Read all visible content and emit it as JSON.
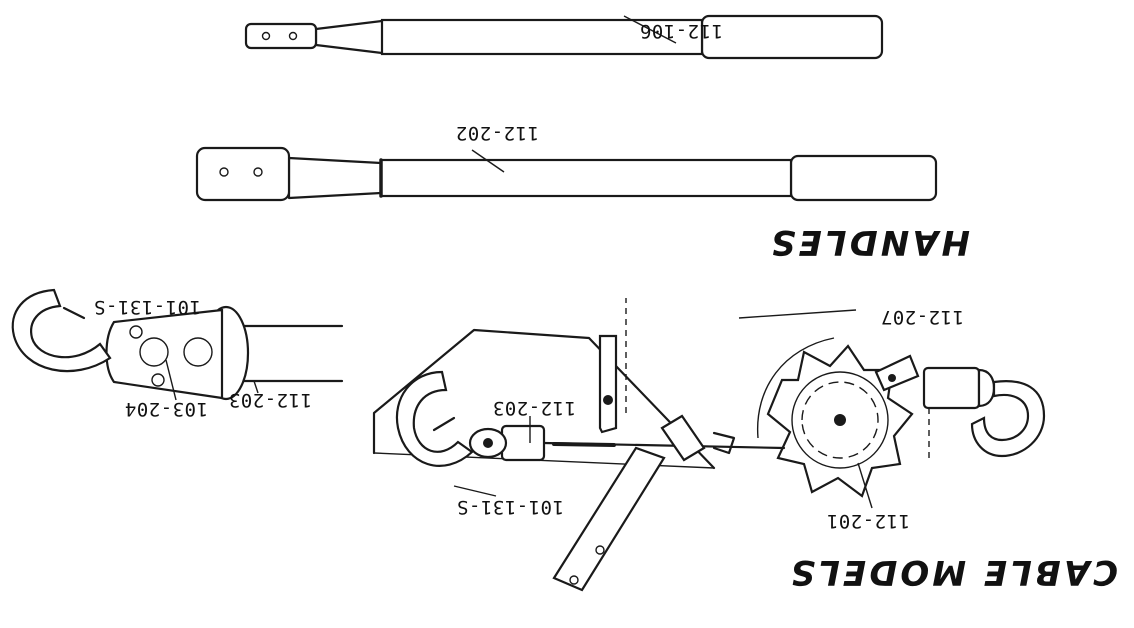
{
  "sections": {
    "handles_title": "HANDLES",
    "cable_title": "CABLE MODELS"
  },
  "labels": {
    "handle_short": "112-106",
    "handle_long": "112-202",
    "frame": "112-207",
    "cable": "112-203",
    "ratchet": "112-201",
    "hook_main": "101-131-S",
    "pulley_hook": "101-131-S",
    "pulley_block": "103-204",
    "pulley_cable": "112-203"
  }
}
